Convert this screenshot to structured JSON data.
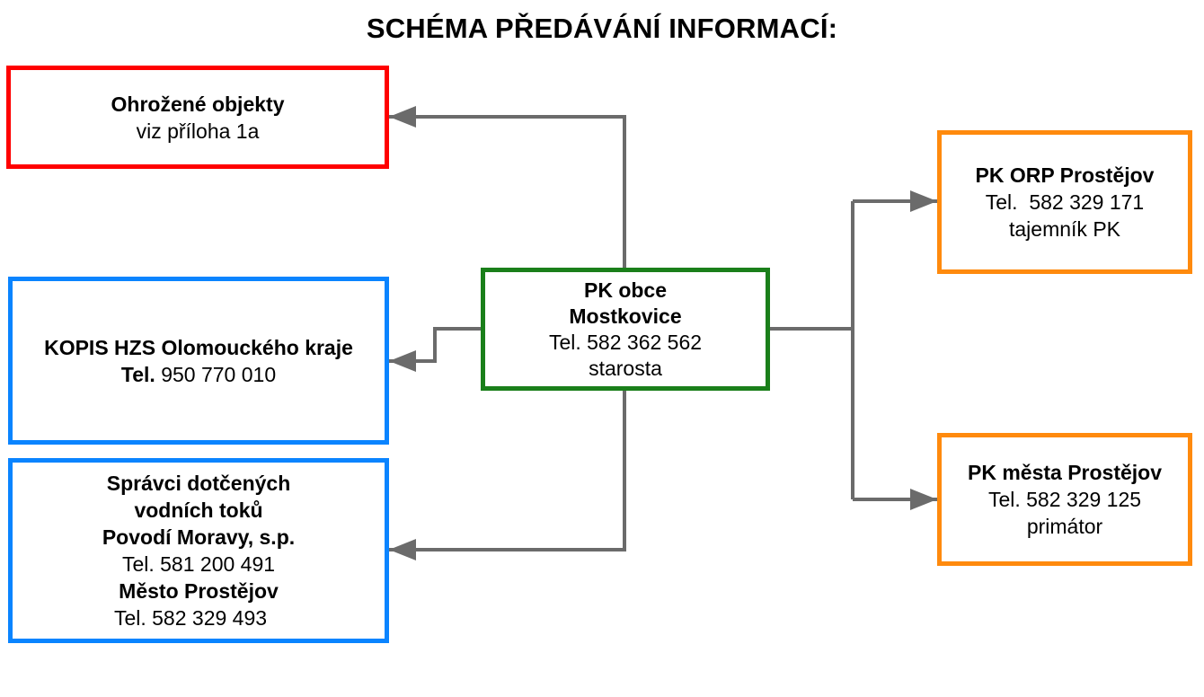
{
  "title": "SCHÉMA PŘEDÁVÁNÍ INFORMACÍ:",
  "colors": {
    "red": "#ff0000",
    "blue": "#0a84ff",
    "green": "#1a7f1a",
    "orange": "#ff8a0d",
    "connector": "#6b6b6b"
  },
  "threatened": {
    "line1": "Ohrožené objekty",
    "line2": "viz příloha 1a"
  },
  "kopis": {
    "line1": "KOPIS HZS Olomouckého kraje",
    "tel_prefix": "Tel.",
    "tel_number": " 950 770 010"
  },
  "water": {
    "line1": "Správci dotčených",
    "line2": "vodních toků",
    "line3": "Povodí Moravy, s.p.",
    "line4": "Tel. 581 200 491",
    "line5": "Město Prostějov",
    "line6": "Tel. 582 329 493"
  },
  "center": {
    "line1": "PK obce",
    "line2": "Mostkovice",
    "line3": "Tel. 582 362 562",
    "line4": "starosta"
  },
  "orp": {
    "line1": "PK ORP Prostějov",
    "line2": "Tel.  582 329 171",
    "line3": "tajemník PK"
  },
  "city": {
    "line1": "PK města Prostějov",
    "line2": "Tel. 582 329 125",
    "line3": "primátor"
  }
}
